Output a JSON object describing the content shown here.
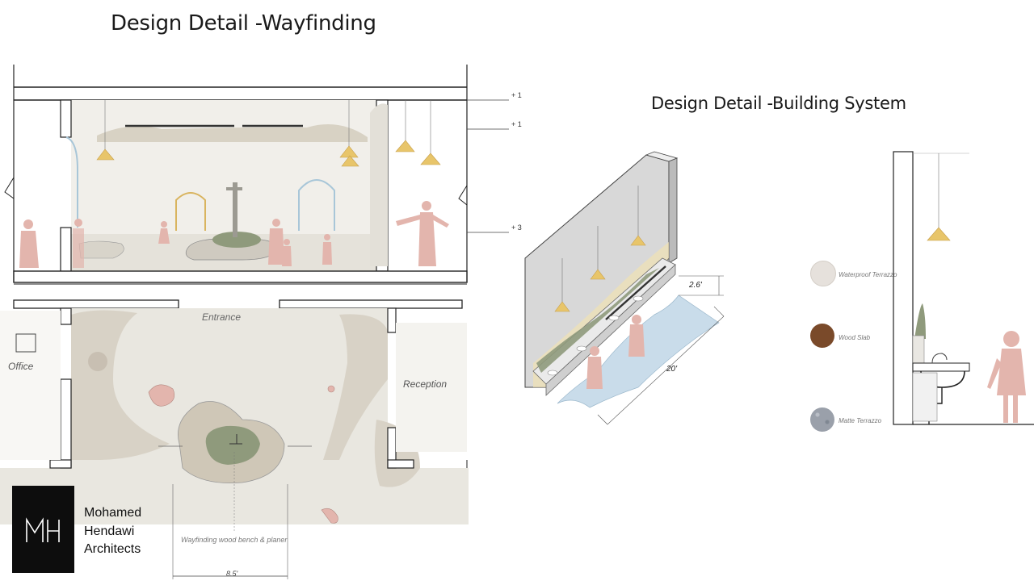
{
  "titles": {
    "wayfinding": "Design Detail -Wayfinding",
    "building_system": "Design Detail -Building System"
  },
  "plan_labels": {
    "entrance": "Entrance",
    "office": "Office",
    "reception": "Reception",
    "bench_caption": "Wayfinding wood bench & planer",
    "bench_dimension": "8.5'"
  },
  "elevation_marks": [
    "+ 1",
    "+ 1",
    "+ 3"
  ],
  "iso_dimensions": {
    "height": "2.6'",
    "length": "20'"
  },
  "materials": [
    {
      "name": "Waterproof Terrazzo",
      "color": "#e6e1dc"
    },
    {
      "name": "Wood Slab",
      "color": "#7a4a2a"
    },
    {
      "name": "Matte Terrazzo",
      "color": "#9aa0aa"
    }
  ],
  "logo": {
    "monogram": "MH",
    "line1": "Mohamed",
    "line2": "Hendawi",
    "line3": "Architects"
  },
  "colors": {
    "wall": "#cfc9c0",
    "floor": "#e7e4dc",
    "planter": "#8f9a7c",
    "figure": "#e3b5ad",
    "water": "#c9dcea",
    "light": "#e8c56a"
  }
}
